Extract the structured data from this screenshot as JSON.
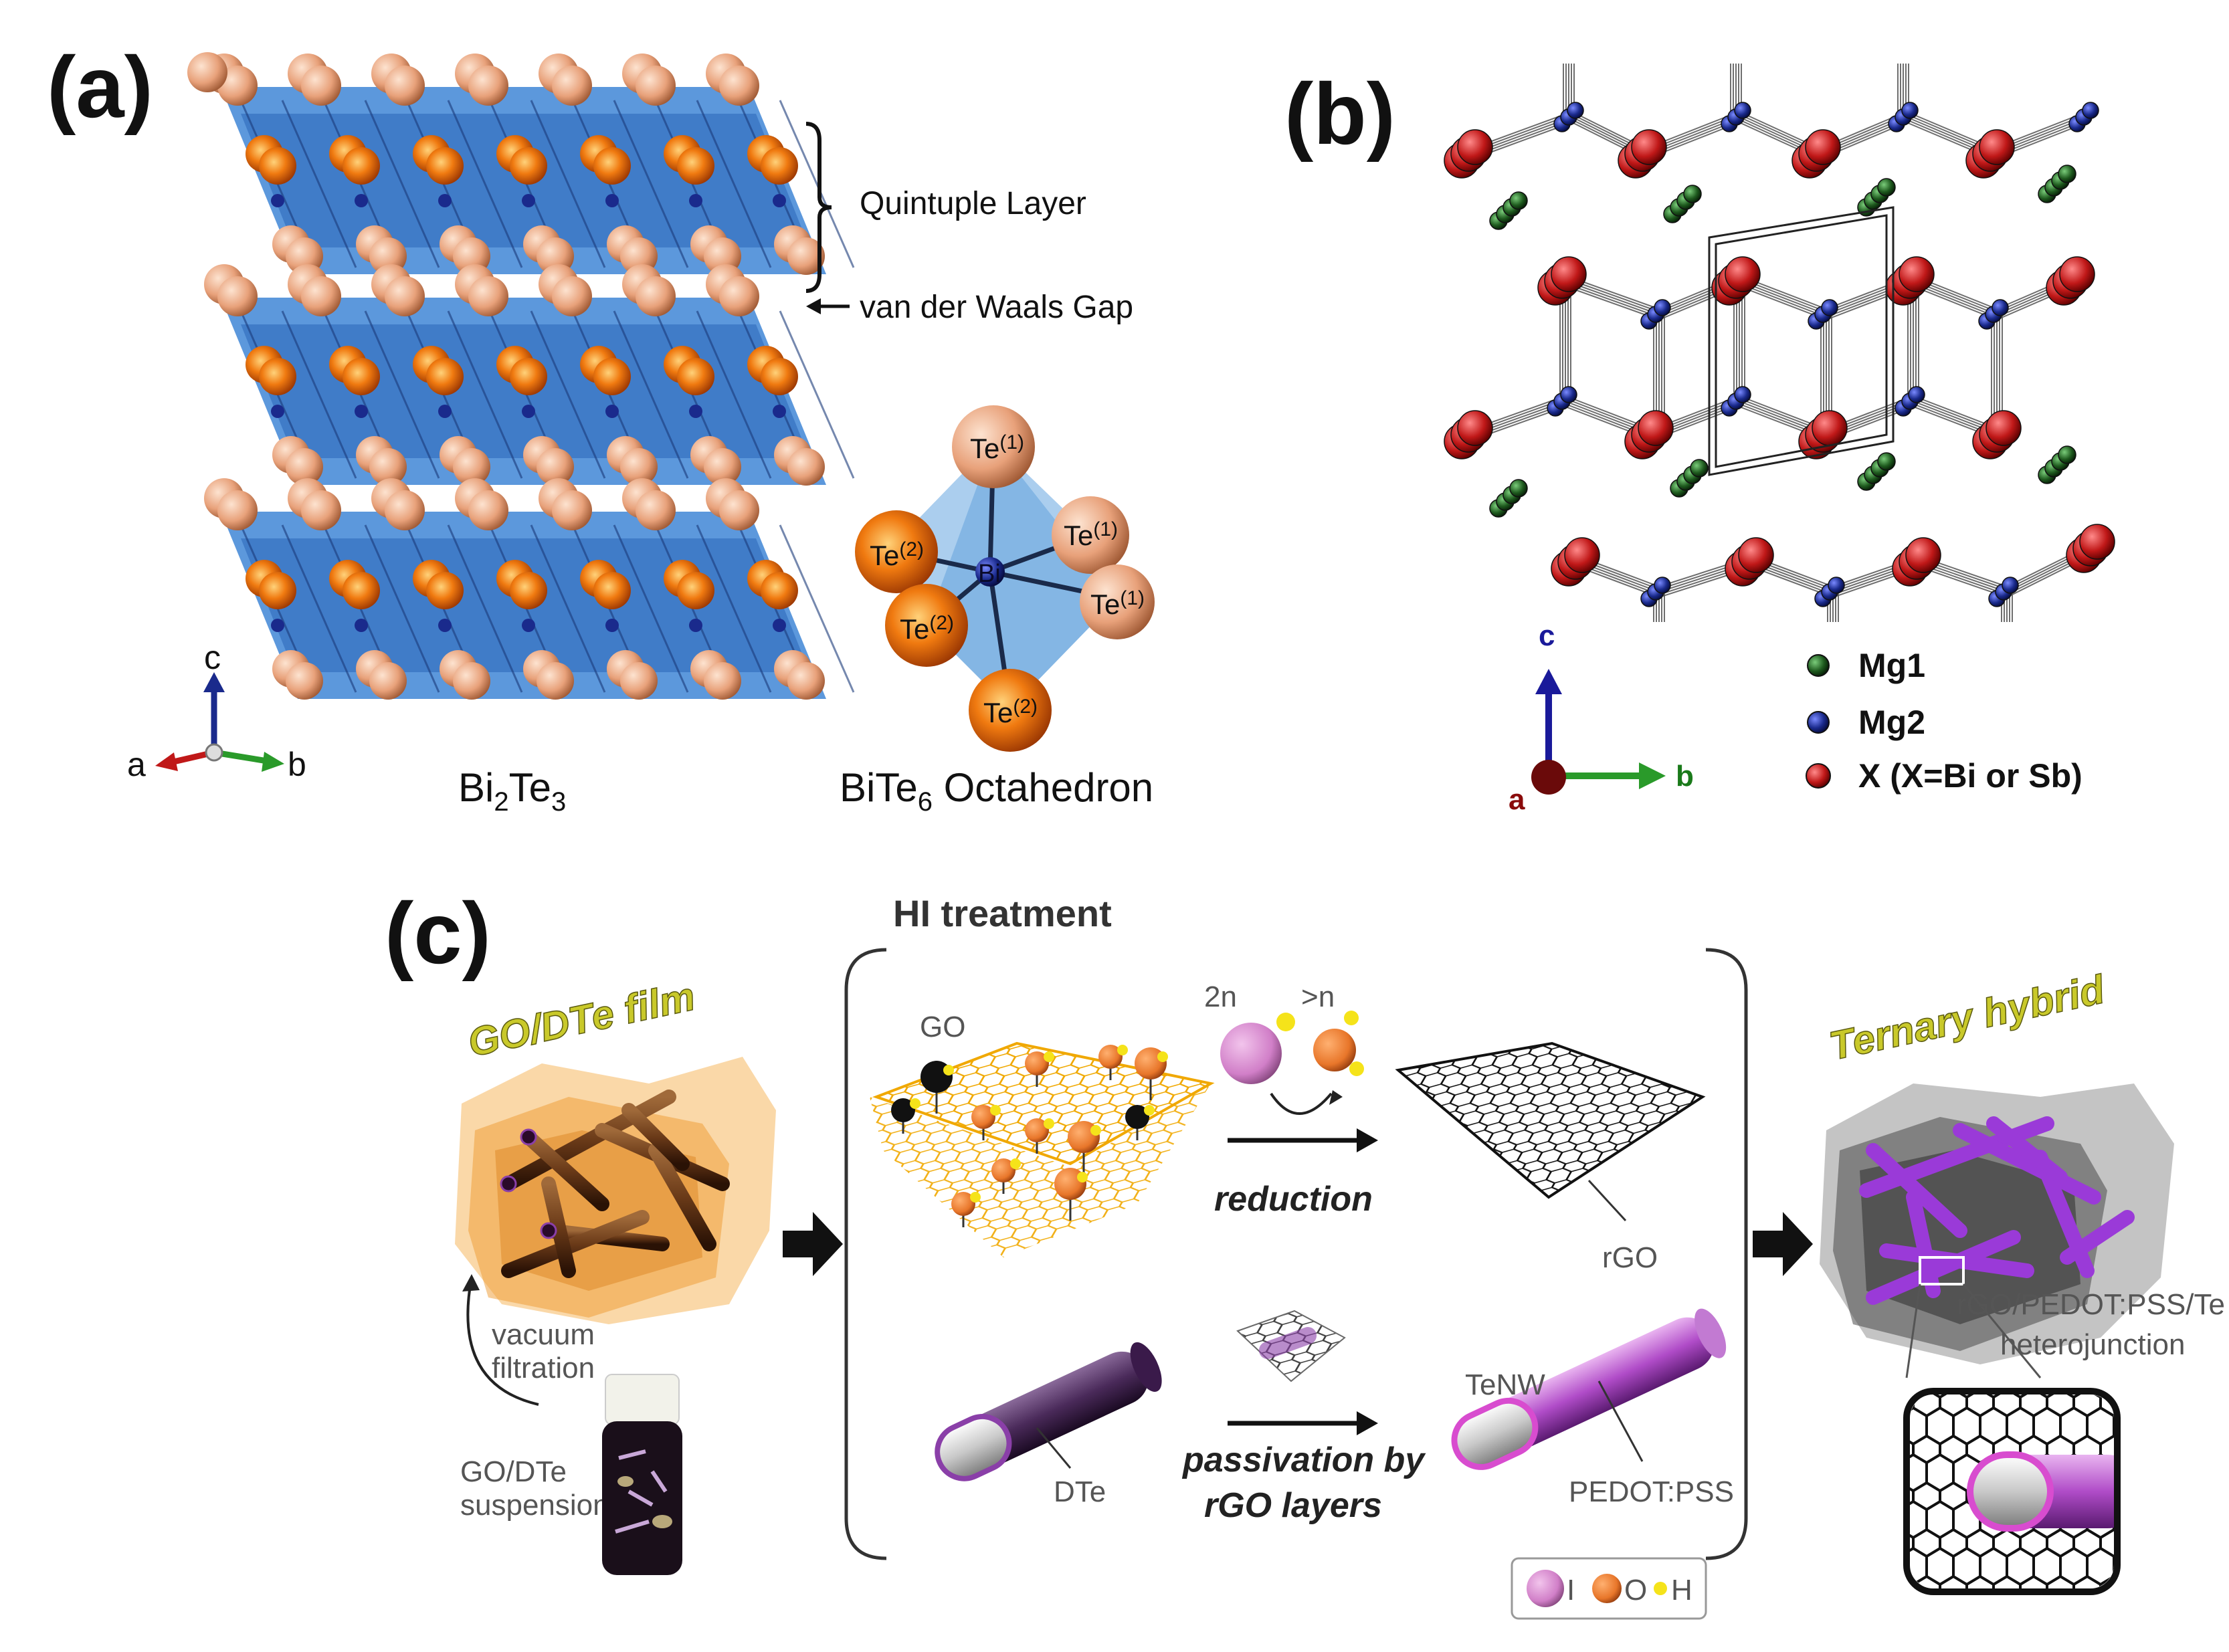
{
  "panels": {
    "a": {
      "label": "(a)",
      "quintuple_layer": "Quintuple Layer",
      "vdw_gap": "van der Waals Gap",
      "axis_c": "c",
      "axis_a": "a",
      "axis_b": "b",
      "formula_main": "Bi",
      "formula_sub1": "2",
      "formula_main2": "Te",
      "formula_sub2": "3",
      "oct_caption_main": "BiTe",
      "oct_caption_sub": "6",
      "oct_caption_end": " Octahedron",
      "atom_te": "Te",
      "site_1": "(1)",
      "site_2": "(2)",
      "center_bi": "Bi",
      "colors": {
        "te1": "#e8a17a",
        "te2": "#d9530f",
        "bi": "#2a5aa8",
        "slab": "#3f86d6"
      }
    },
    "b": {
      "label": "(b)",
      "legend": [
        {
          "name": "Mg1",
          "color": "#1e5a1e"
        },
        {
          "name": "Mg2",
          "color": "#1a2a8c"
        },
        {
          "name": "X (X=Bi or Sb)",
          "color": "#c01818"
        }
      ],
      "axis_c": "c",
      "axis_a": "a",
      "axis_b": "b"
    },
    "c": {
      "label": "(c)",
      "hi_treatment": "HI treatment",
      "go_dte_film": "GO/DTe film",
      "ternary_hybrid": "Ternary hybrid",
      "vacuum": "vacuum",
      "filtration": "filtration",
      "suspension_line1": "GO/DTe",
      "suspension_line2": "suspension",
      "go": "GO",
      "two_n": "2n",
      "gt_n": ">n",
      "reduction": "reduction",
      "rgo": "rGO",
      "dte": "DTe",
      "passivation_line1": "passivation by",
      "passivation_line2": "rGO layers",
      "tenw": "TeNW",
      "pedot": "PEDOT:PSS",
      "hetero_line1": "rGO/PEDOT:PSS/Te",
      "hetero_line2": "heterojunction",
      "key_i": "I",
      "key_o": "O",
      "key_h": "H",
      "colors": {
        "i": "#d17fc8",
        "o": "#e8762a",
        "h": "#f5e31a",
        "purple": "#8a3fa8"
      }
    }
  }
}
